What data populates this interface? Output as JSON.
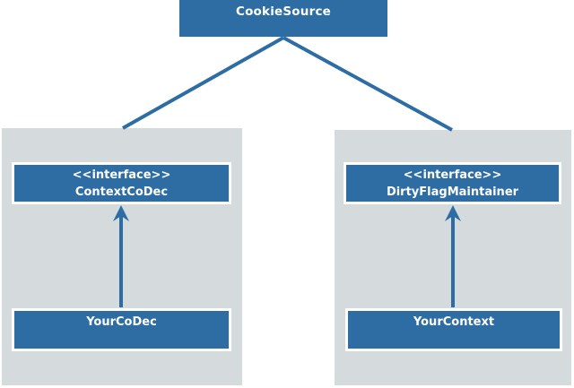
{
  "diagram": {
    "root": {
      "label": "CookieSource"
    },
    "left": {
      "interface": {
        "stereotype": "<<interface>>",
        "name": "ContextCoDec"
      },
      "implementation": {
        "name": "YourCoDec"
      }
    },
    "right": {
      "interface": {
        "stereotype": "<<interface>>",
        "name": "DirtyFlagMaintainer"
      },
      "implementation": {
        "name": "YourContext"
      }
    }
  },
  "colors": {
    "box_blue": "#2d6da4",
    "panel_gray": "#d5dbdd",
    "line_blue": "#2d6da4",
    "text_white": "#ffffff"
  }
}
